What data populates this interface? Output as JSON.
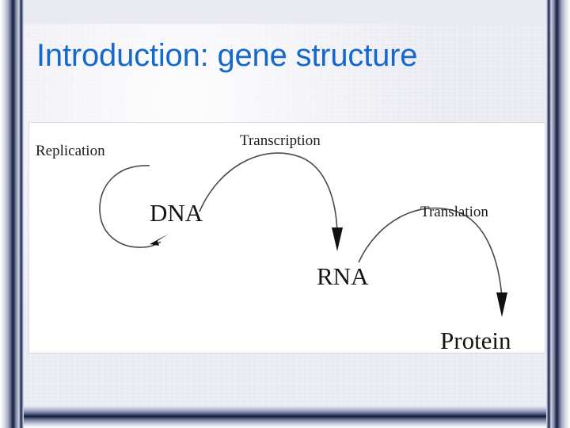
{
  "slide": {
    "title": "Introduction: gene structure",
    "title_color": "#1669CC",
    "background_color": "#E8E9F1",
    "panel_background": "#FFFFFF",
    "frame_style": "beveled-metallic-border"
  },
  "diagram": {
    "name": "central-dogma-of-molecular-biology",
    "nodes": [
      {
        "id": "dna",
        "label": "DNA"
      },
      {
        "id": "rna",
        "label": "RNA"
      },
      {
        "id": "protein",
        "label": "Protein"
      }
    ],
    "processes": [
      {
        "id": "replication",
        "label": "Replication",
        "from": "dna",
        "to": "dna"
      },
      {
        "id": "transcription",
        "label": "Transcription",
        "from": "dna",
        "to": "rna"
      },
      {
        "id": "translation",
        "label": "Translation",
        "from": "rna",
        "to": "protein"
      }
    ],
    "line_color": "#4A4A4A",
    "text_color": "#141414"
  }
}
